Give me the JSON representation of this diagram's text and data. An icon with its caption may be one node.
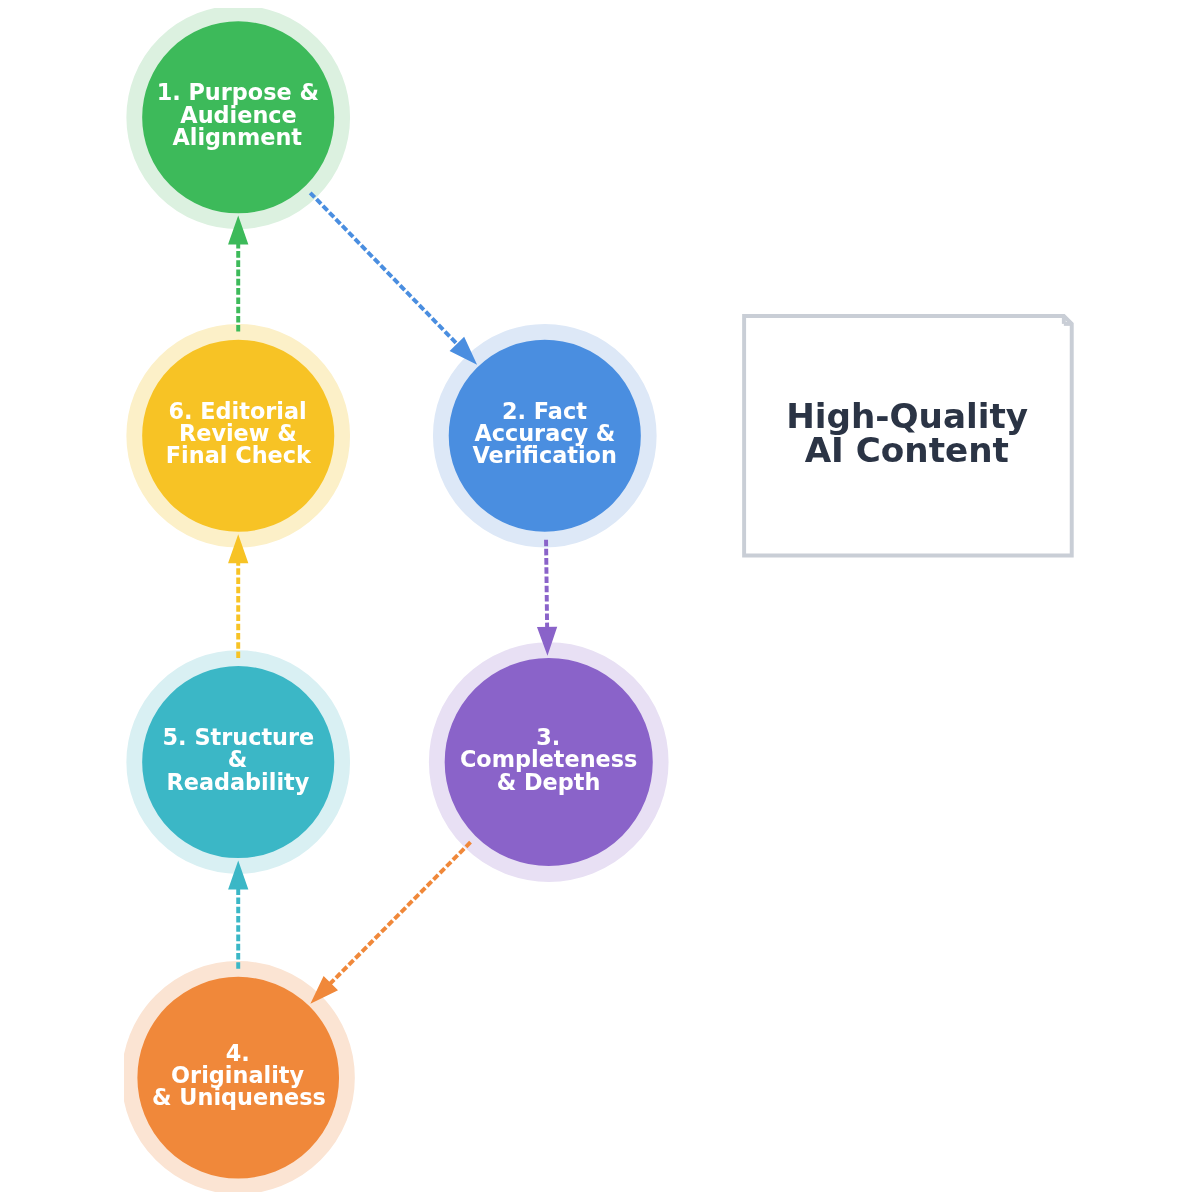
{
  "diagram": {
    "nodes": [
      {
        "text": [
          "1. Purpose & Audience Alignment"
        ]
      },
      {
        "text": [
          "2. Fact Accuracy & Verification"
        ]
      },
      {
        "text": [
          "3. Completeness & Depth"
        ]
      },
      {
        "text": [
          "4. Originality & Uniqueness"
        ]
      },
      {
        "text": [
          "5. Structure & Readability"
        ]
      },
      {
        "text": [
          "6. Editorial Review & Final Check"
        ]
      },
      {
        "text": [
          "High-Quality AI Content"
        ]
      }
    ],
    "edges": [
      {
        "from": 0,
        "to": 1,
        "arrow": "to",
        "style": "dashed",
        "color": "#4a8ee0"
      },
      {
        "from": 1,
        "to": 2,
        "arrow": "to",
        "style": "dashed",
        "color": "#8a63c9"
      },
      {
        "from": 2,
        "to": 3,
        "arrow": "to",
        "style": "dashed",
        "color": "#f0883a"
      },
      {
        "from": 3,
        "to": 4,
        "arrow": "to",
        "style": "dashed",
        "color": "#3bb7c6"
      },
      {
        "from": 4,
        "to": 5,
        "arrow": "to",
        "style": "dashed",
        "color": "#f7c325"
      },
      {
        "from": 5,
        "to": 0,
        "arrow": "to",
        "style": "dashed",
        "color": "#3dba5a"
      }
    ]
  }
}
